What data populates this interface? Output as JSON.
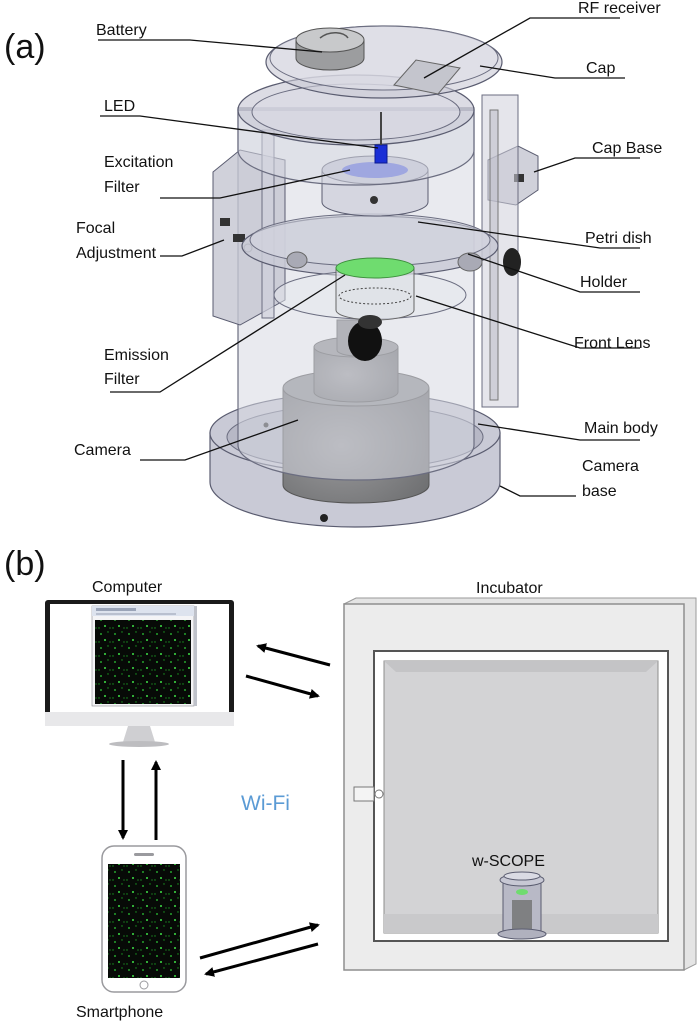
{
  "panels": {
    "a": "(a)",
    "b": "(b)"
  },
  "panel_a_labels": {
    "battery": "Battery",
    "rf_receiver": "RF receiver",
    "cap": "Cap",
    "led": "LED",
    "cap_base": "Cap Base",
    "excitation_filter_1": "Excitation",
    "excitation_filter_2": "Filter",
    "focal_adjustment_1": "Focal",
    "focal_adjustment_2": "Adjustment",
    "petri_dish": "Petri dish",
    "holder": "Holder",
    "front_lens": "Front  Lens",
    "emission_filter_1": "Emission",
    "emission_filter_2": "Filter",
    "main_body": "Main body",
    "camera": "Camera",
    "camera_base_1": "Camera",
    "camera_base_2": "base"
  },
  "panel_b_labels": {
    "computer": "Computer",
    "incubator": "Incubator",
    "wifi": "Wi-Fi",
    "wscope": "w-SCOPE",
    "smartphone": "Smartphone"
  },
  "colors": {
    "wifi_text": "#5b9bd5",
    "device_body": "#c9cad6",
    "led_blue": "#1a2fd6",
    "filter_green": "#6fdc6f",
    "fluorescence_green": "#1fa82b",
    "screen_dark": "#0c0f0c"
  }
}
